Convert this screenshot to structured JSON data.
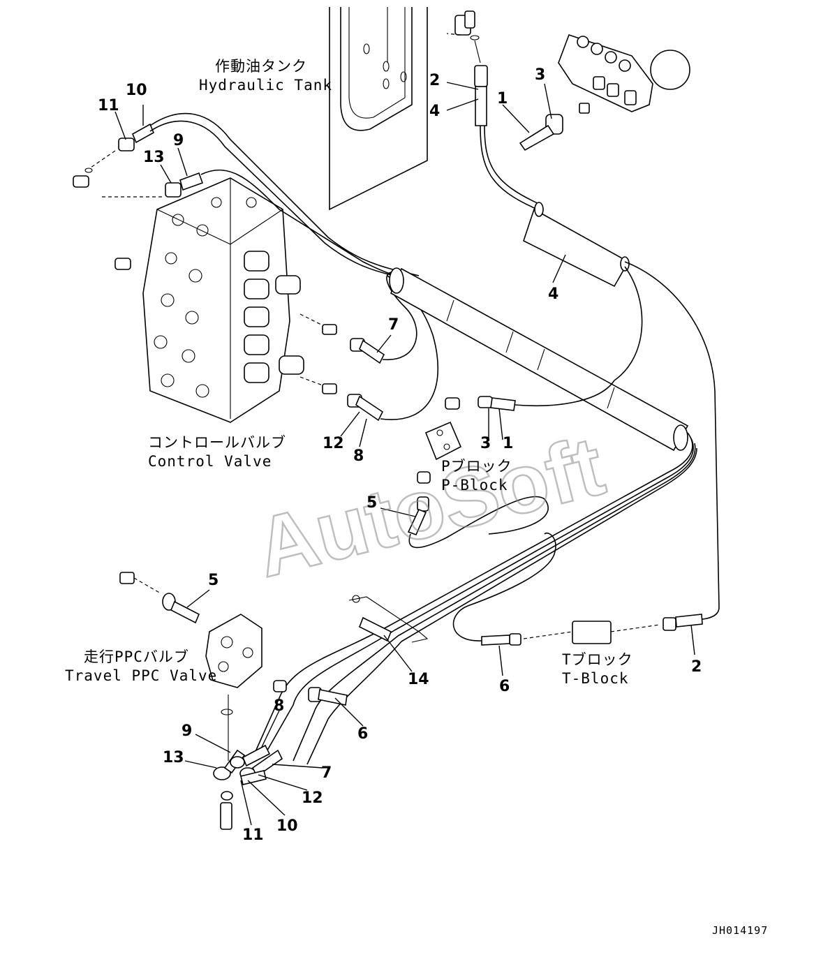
{
  "labels": {
    "hydraulic_tank_jp": "作動油タンク",
    "hydraulic_tank_en": "Hydraulic Tank",
    "control_valve_jp": "コントロールバルブ",
    "control_valve_en": "Control Valve",
    "p_block_jp": "Pブロック",
    "p_block_en": "P-Block",
    "t_block_jp": "Tブロック",
    "t_block_en": "T-Block",
    "travel_ppc_jp": "走行PPCバルブ",
    "travel_ppc_en": "Travel PPC Valve",
    "drawing_code": "JH014197",
    "watermark": "AutoSoft"
  },
  "callouts": {
    "n1a": "1",
    "n1b": "1",
    "n2a": "2",
    "n2b": "2",
    "n3a": "3",
    "n3b": "3",
    "n4a": "4",
    "n4b": "4",
    "n5a": "5",
    "n5b": "5",
    "n6a": "6",
    "n6b": "6",
    "n7a": "7",
    "n7b": "7",
    "n8a": "8",
    "n8b": "8",
    "n9a": "9",
    "n9b": "9",
    "n10a": "10",
    "n10b": "10",
    "n11a": "11",
    "n11b": "11",
    "n12a": "12",
    "n12b": "12",
    "n13a": "13",
    "n13b": "13",
    "n14": "14"
  }
}
